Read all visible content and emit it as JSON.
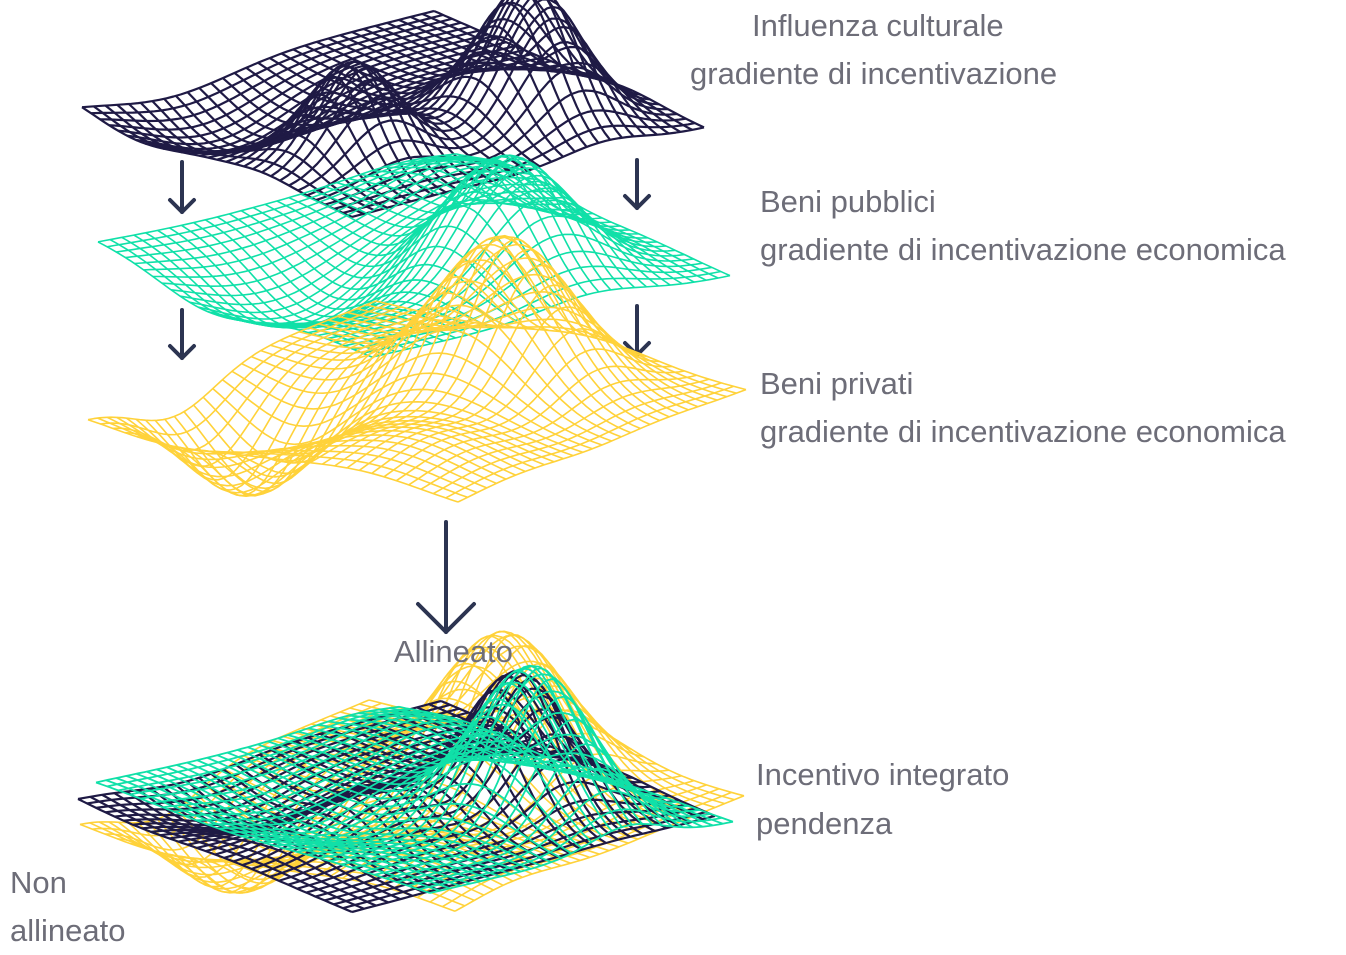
{
  "colors": {
    "cultural": "#1f1a45",
    "public": "#10e0a8",
    "private": "#ffd23a",
    "arrow": "#2c3451",
    "text": "#6d6d78"
  },
  "layers": [
    {
      "id": "cultural",
      "title": "Influenza culturale",
      "subtitle": "gradiente di incentivazione"
    },
    {
      "id": "public",
      "title": "Beni pubblici",
      "subtitle": "gradiente di incentivazione economica"
    },
    {
      "id": "private",
      "title": "Beni privati",
      "subtitle": "gradiente di incentivazione economica"
    }
  ],
  "aligned_label": "Allineato",
  "integrated": {
    "title": "Incentivo integrato",
    "subtitle": "pendenza"
  },
  "not_aligned": {
    "line1": "Non",
    "line2": "allineato"
  },
  "icons": [
    "arrow-down-icon"
  ]
}
